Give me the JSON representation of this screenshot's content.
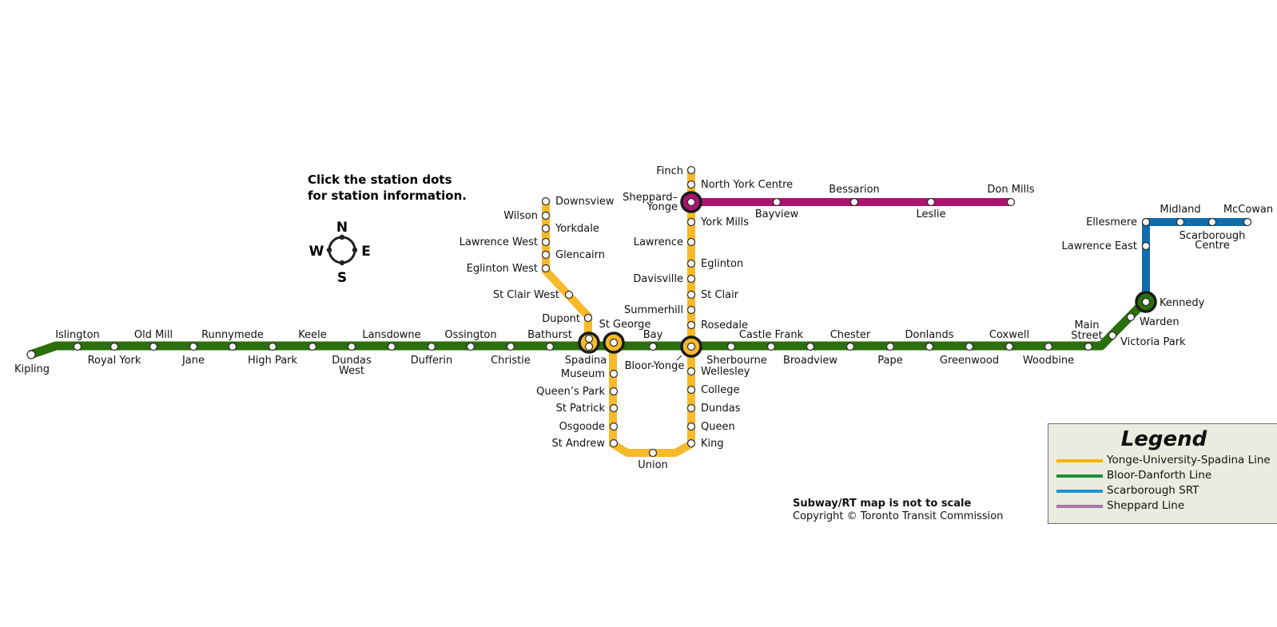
{
  "instructions": {
    "line1": "Click the station dots",
    "line2": "for station information."
  },
  "compass": {
    "n": "N",
    "s": "S",
    "e": "E",
    "w": "W"
  },
  "colors": {
    "yonge_university_spadina": "#f8b92a",
    "bloor_danforth": "#2a6f0c",
    "scarborough_srt": "#106da9",
    "sheppard": "#ad1270",
    "legend_yonge": "#f6b60a",
    "legend_bloor": "#1c8c3c",
    "legend_srt": "#1b94d6",
    "legend_sheppard": "#a37aa8"
  },
  "lines": {
    "bloor_danforth": {
      "stations": [
        "Kipling",
        "Islington",
        "Royal York",
        "Old Mill",
        "Jane",
        "Runnymede",
        "High Park",
        "Keele",
        "Dundas West",
        "Lansdowne",
        "Dufferin",
        "Ossington",
        "Christie",
        "Bathurst",
        "Spadina",
        "St George",
        "Bay",
        "Bloor-Yonge",
        "Sherbourne",
        "Castle Frank",
        "Broadview",
        "Chester",
        "Pape",
        "Donlands",
        "Greenwood",
        "Coxwell",
        "Woodbine",
        "Main Street",
        "Victoria Park",
        "Warden",
        "Kennedy"
      ]
    },
    "yonge_university_spadina": {
      "stations": [
        "Downsview",
        "Wilson",
        "Yorkdale",
        "Lawrence West",
        "Glencairn",
        "Eglinton West",
        "St Clair West",
        "Dupont",
        "Spadina",
        "St George",
        "Museum",
        "Queen's Park",
        "St Patrick",
        "Osgoode",
        "St Andrew",
        "Union",
        "King",
        "Queen",
        "Dundas",
        "College",
        "Wellesley",
        "Bloor-Yonge",
        "Rosedale",
        "Summerhill",
        "St Clair",
        "Davisville",
        "Eglinton",
        "Lawrence",
        "York Mills",
        "Sheppard-Yonge",
        "North York Centre",
        "Finch"
      ]
    },
    "sheppard": {
      "stations": [
        "Sheppard-Yonge",
        "Bayview",
        "Bessarion",
        "Leslie",
        "Don Mills"
      ]
    },
    "scarborough_srt": {
      "stations": [
        "Kennedy",
        "Lawrence East",
        "Ellesmere",
        "Midland",
        "Scarborough Centre",
        "McCowan"
      ]
    }
  },
  "labels": {
    "kipling": "Kipling",
    "islington": "Islington",
    "royal_york": "Royal York",
    "old_mill": "Old Mill",
    "jane": "Jane",
    "runnymede": "Runnymede",
    "high_park": "High Park",
    "keele": "Keele",
    "dundas_west_1": "Dundas",
    "dundas_west_2": "West",
    "lansdowne": "Lansdowne",
    "dufferin": "Dufferin",
    "ossington": "Ossington",
    "christie": "Christie",
    "bathurst": "Bathurst",
    "spadina": "Spadina",
    "st_george": "St George",
    "bay": "Bay",
    "bloor_yonge": "Bloor-Yonge",
    "sherbourne": "Sherbourne",
    "castle_frank": "Castle Frank",
    "broadview": "Broadview",
    "chester": "Chester",
    "pape": "Pape",
    "donlands": "Donlands",
    "greenwood": "Greenwood",
    "coxwell": "Coxwell",
    "woodbine": "Woodbine",
    "main_street_1": "Main",
    "main_street_2": "Street",
    "victoria_park": "Victoria Park",
    "warden": "Warden",
    "kennedy": "Kennedy",
    "downsview": "Downsview",
    "wilson": "Wilson",
    "yorkdale": "Yorkdale",
    "lawrence_west": "Lawrence West",
    "glencairn": "Glencairn",
    "eglinton_west": "Eglinton West",
    "st_clair_west": "St Clair West",
    "dupont": "Dupont",
    "museum": "Museum",
    "queens_park": "Queen’s Park",
    "st_patrick": "St Patrick",
    "osgoode": "Osgoode",
    "st_andrew": "St Andrew",
    "union": "Union",
    "king": "King",
    "queen": "Queen",
    "dundas": "Dundas",
    "college": "College",
    "wellesley": "Wellesley",
    "rosedale": "Rosedale",
    "summerhill": "Summerhill",
    "st_clair": "St Clair",
    "davisville": "Davisville",
    "eglinton": "Eglinton",
    "lawrence": "Lawrence",
    "york_mills": "York Mills",
    "sheppard_yonge_1": "Sheppard–",
    "sheppard_yonge_2": "Yonge",
    "north_york_centre": "North York Centre",
    "finch": "Finch",
    "bayview": "Bayview",
    "bessarion": "Bessarion",
    "leslie": "Leslie",
    "don_mills": "Don Mills",
    "lawrence_east": "Lawrence East",
    "ellesmere": "Ellesmere",
    "midland": "Midland",
    "scarborough_centre_1": "Scarborough",
    "scarborough_centre_2": "Centre",
    "mccowan": "McCowan"
  },
  "notice": {
    "scale": "Subway/RT map is not to scale",
    "copyright": "Copyright © Toronto Transit Commission"
  },
  "legend": {
    "title": "Legend",
    "items": [
      {
        "label": "Yonge-University-Spadina Line",
        "color": "#f6b60a"
      },
      {
        "label": "Bloor-Danforth Line",
        "color": "#1c8c3c"
      },
      {
        "label": "Scarborough SRT",
        "color": "#1b94d6"
      },
      {
        "label": "Sheppard Line",
        "color": "#a37aa8"
      }
    ]
  }
}
